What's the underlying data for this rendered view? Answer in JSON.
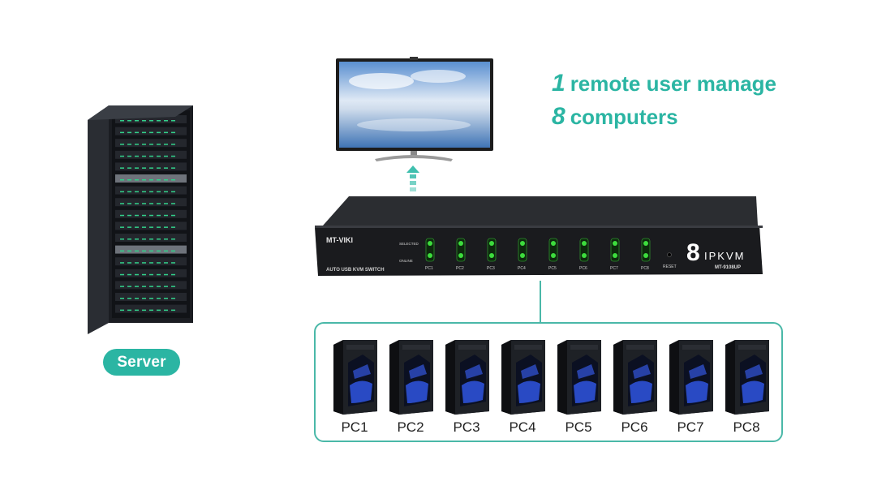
{
  "headline": {
    "line1_num": "1",
    "line1_text": "remote user manage",
    "line2_num": "8",
    "line2_text": "computers"
  },
  "server_label": "Server",
  "kvm": {
    "brand": "MT-VIKI",
    "model_big_digit": "8",
    "model_text": "IPKVM",
    "model_number": "MT-9108UP",
    "subtitle": "AUTO USB KVM SWITCH",
    "selected_label": "SELECTED",
    "online_label": "ONLINE",
    "reset_label": "RESET",
    "ports": [
      "PC1",
      "PC2",
      "PC3",
      "PC4",
      "PC5",
      "PC6",
      "PC7",
      "PC8"
    ]
  },
  "pcs": [
    "PC1",
    "PC2",
    "PC3",
    "PC4",
    "PC5",
    "PC6",
    "PC7",
    "PC8"
  ],
  "colors": {
    "accent": "#2bb5a3",
    "line": "#4ab8a8",
    "led_green": "#3ddc3d"
  }
}
